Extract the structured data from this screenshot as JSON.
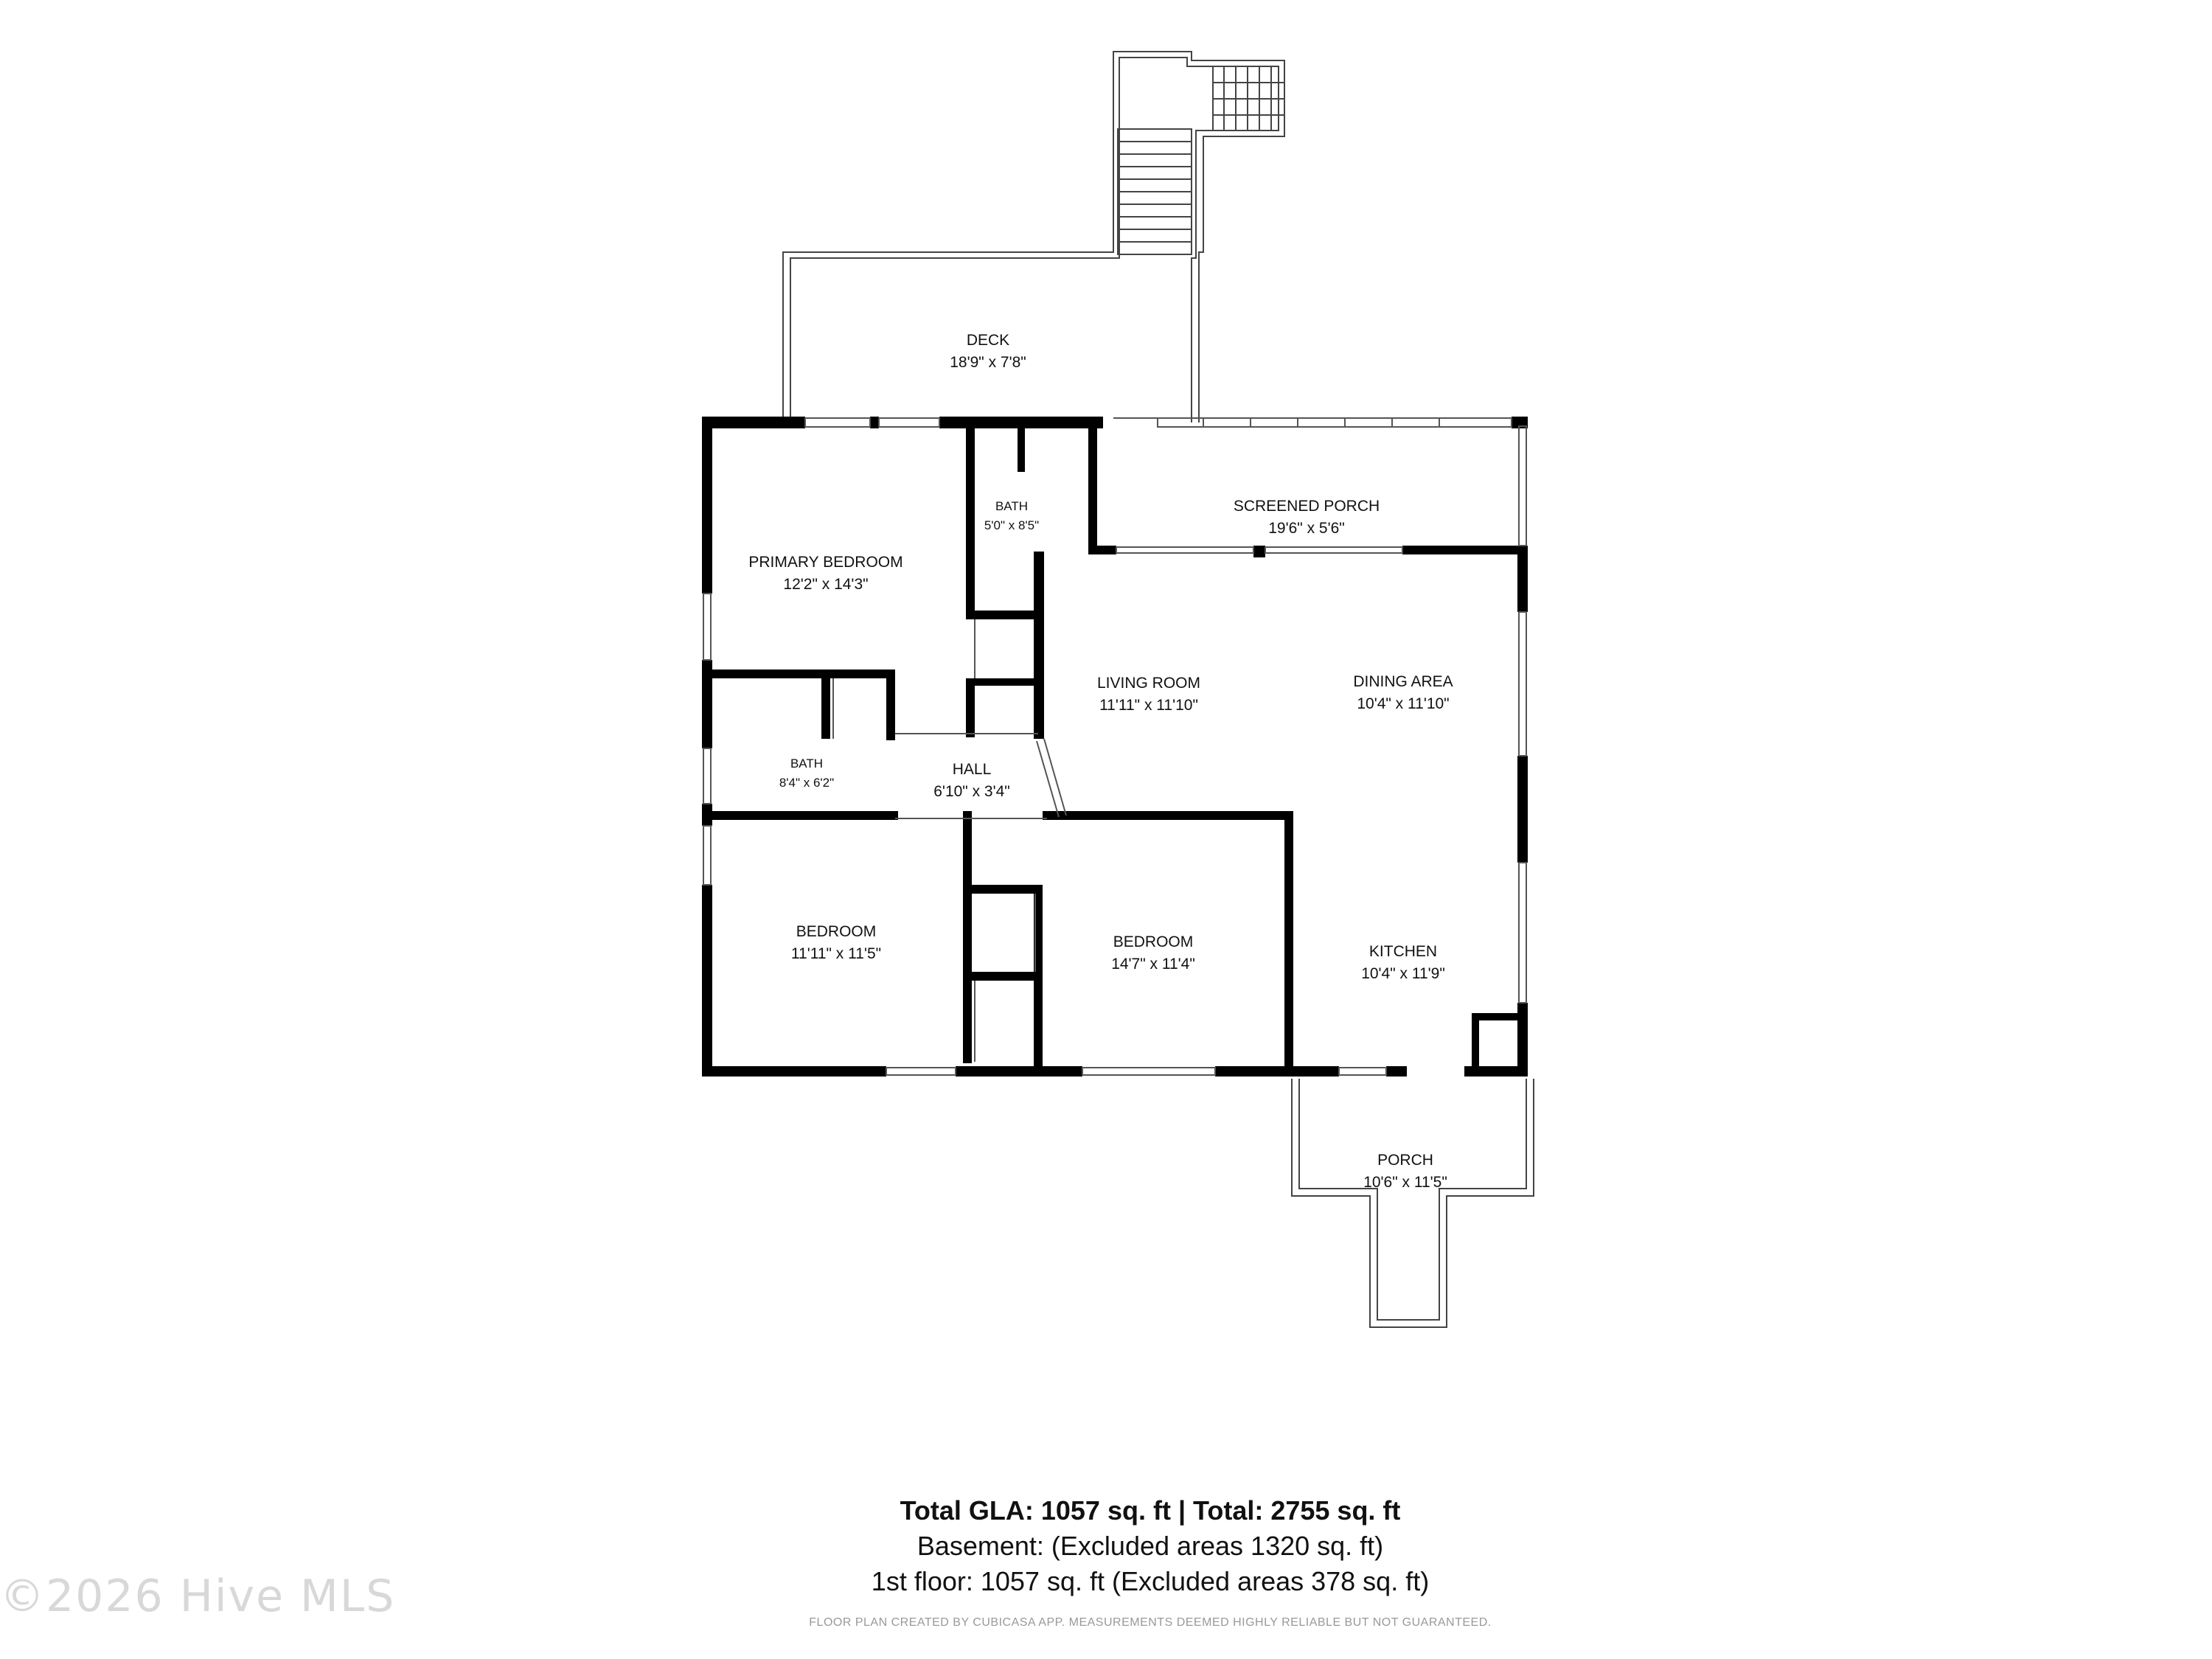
{
  "rooms": {
    "deck": {
      "name": "DECK",
      "dim": "18'9\" x 7'8\""
    },
    "screened_porch": {
      "name": "SCREENED PORCH",
      "dim": "19'6\" x 5'6\""
    },
    "bath_upper": {
      "name": "BATH",
      "dim": "5'0\" x 8'5\""
    },
    "primary_bedroom": {
      "name": "PRIMARY BEDROOM",
      "dim": "12'2\" x 14'3\""
    },
    "living_room": {
      "name": "LIVING ROOM",
      "dim": "11'11\" x 11'10\""
    },
    "dining_area": {
      "name": "DINING AREA",
      "dim": "10'4\" x 11'10\""
    },
    "bath_lower": {
      "name": "BATH",
      "dim": "8'4\" x 6'2\""
    },
    "hall": {
      "name": "HALL",
      "dim": "6'10\" x 3'4\""
    },
    "bedroom_left": {
      "name": "BEDROOM",
      "dim": "11'11\" x 11'5\""
    },
    "bedroom_middle": {
      "name": "BEDROOM",
      "dim": "14'7\" x 11'4\""
    },
    "kitchen": {
      "name": "KITCHEN",
      "dim": "10'4\" x 11'9\""
    },
    "porch": {
      "name": "PORCH",
      "dim": "10'6\" x 11'5\""
    }
  },
  "summary": {
    "total": "Total GLA: 1057 sq. ft | Total: 2755 sq. ft",
    "basement": "Basement: (Excluded areas 1320 sq. ft)",
    "first_floor": "1st floor: 1057 sq. ft (Excluded areas 378 sq. ft)"
  },
  "disclaimer": "FLOOR PLAN CREATED BY CUBICASA APP. MEASUREMENTS DEEMED HIGHLY RELIABLE BUT NOT GUARANTEED.",
  "watermark": "©2026 Hive MLS",
  "colors": {
    "wall": "#000000",
    "thin_wall": "#555555",
    "background": "#ffffff"
  }
}
